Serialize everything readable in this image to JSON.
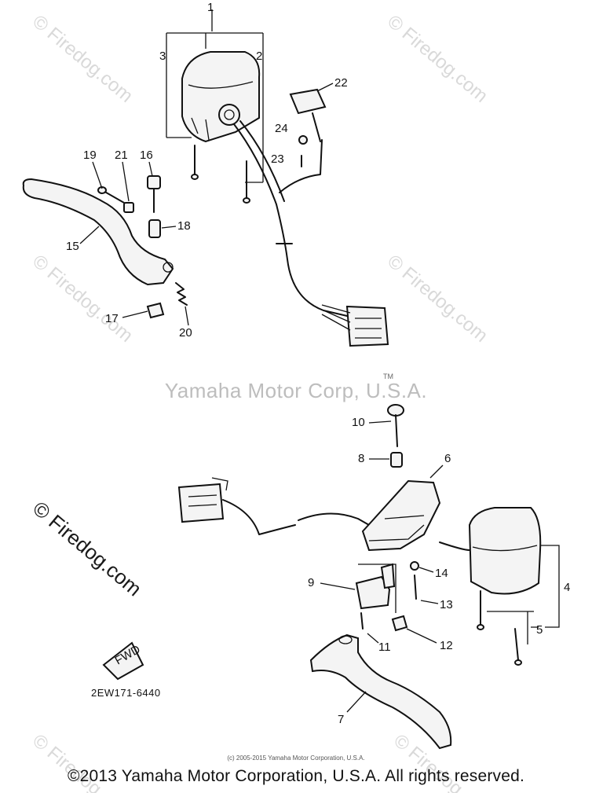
{
  "watermark": {
    "text": "© Firedog.com"
  },
  "center_note": "Yamaha Motor Corp, U.S.A.",
  "trademark": "TM",
  "callouts": [
    "1",
    "2",
    "3",
    "4",
    "5",
    "6",
    "7",
    "8",
    "9",
    "10",
    "11",
    "12",
    "13",
    "14",
    "15",
    "16",
    "17",
    "18",
    "19",
    "20",
    "21",
    "22",
    "23",
    "24"
  ],
  "fwd_label": "FWD",
  "part_code": "2EW171-6440",
  "small_copyright": "(c) 2005-2015 Yamaha Motor Corporation, U.S.A.",
  "footer_copyright": "©2013 Yamaha Motor Corporation, U.S.A. All rights reserved."
}
